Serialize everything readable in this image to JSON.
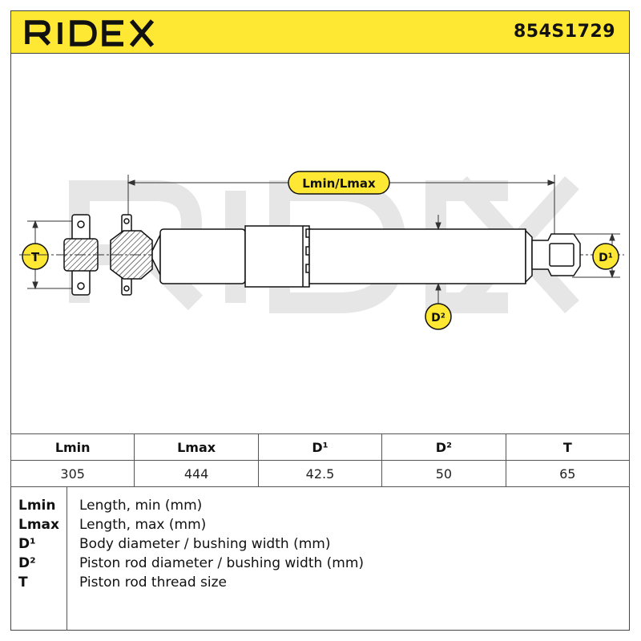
{
  "header": {
    "brand": "RIDEX",
    "part_number": "854S1729"
  },
  "drawing": {
    "watermark": "RIDEX",
    "labels": {
      "length": "Lmin/Lmax",
      "t": "T",
      "d1": "D¹",
      "d2": "D²"
    }
  },
  "specs": {
    "headers": [
      "Lmin",
      "Lmax",
      "D¹",
      "D²",
      "T"
    ],
    "values": [
      "305",
      "444",
      "42.5",
      "50",
      "65"
    ]
  },
  "legend": [
    {
      "key": "Lmin",
      "text": "Length, min (mm)"
    },
    {
      "key": "Lmax",
      "text": "Length, max (mm)"
    },
    {
      "key": "D¹",
      "text": "Body diameter / bushing width (mm)"
    },
    {
      "key": "D²",
      "text": "Piston rod diameter / bushing width (mm)"
    },
    {
      "key": "T",
      "text": "Piston rod thread size"
    }
  ],
  "colors": {
    "accent": "#ffe833",
    "ink": "#111111",
    "watermark": "#e4e4e4"
  }
}
